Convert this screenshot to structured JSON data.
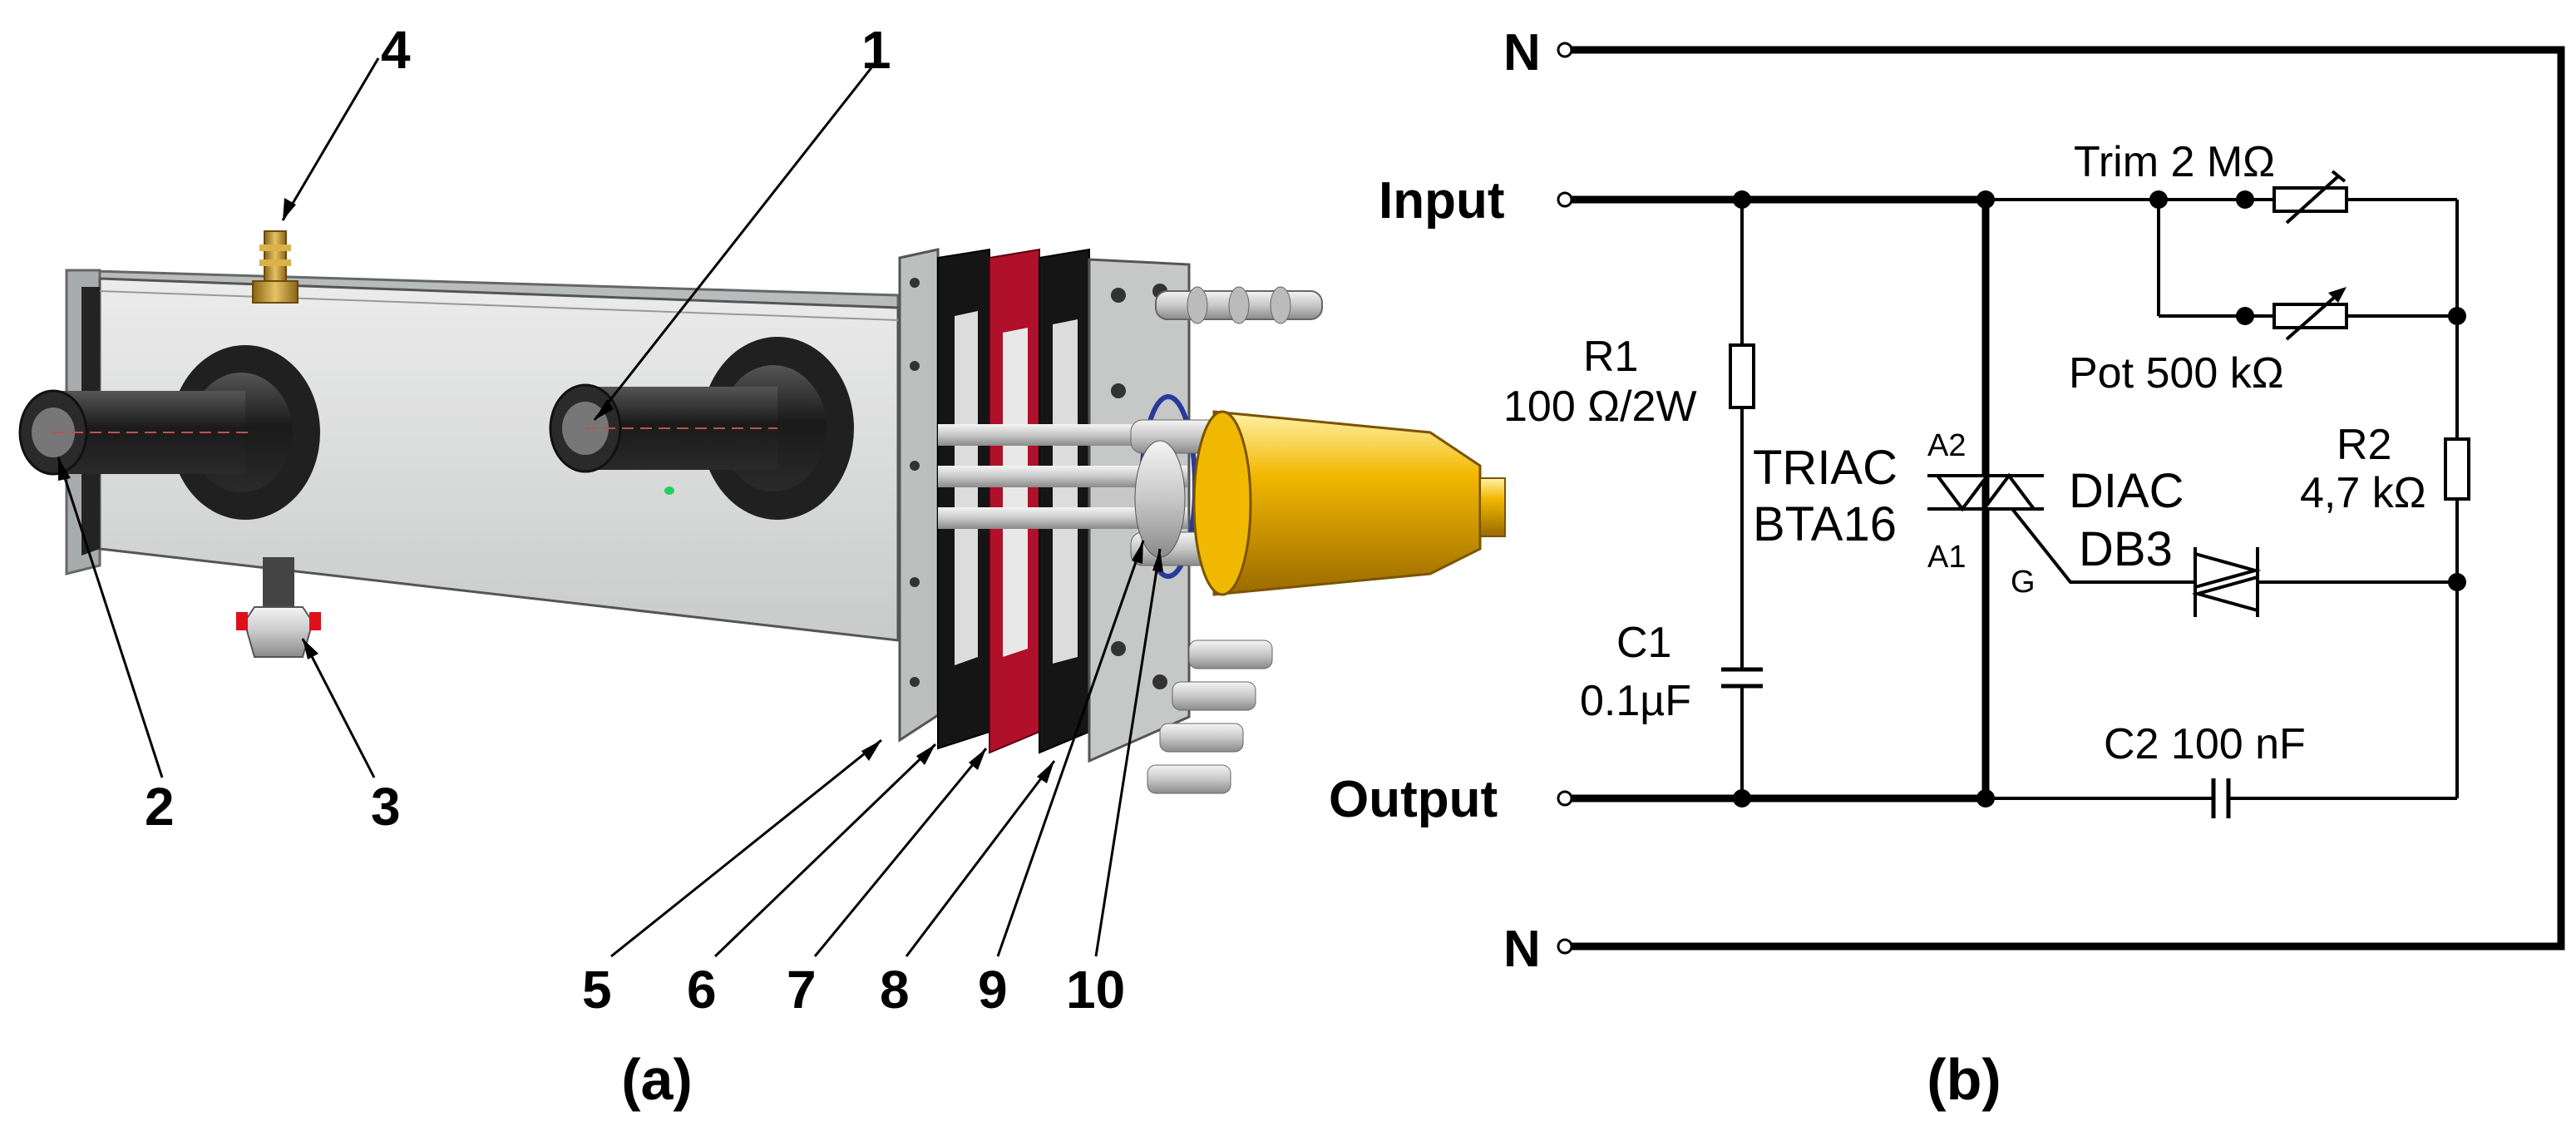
{
  "figure_a": {
    "caption": "(a)",
    "callouts": [
      "1",
      "2",
      "3",
      "4",
      "5",
      "6",
      "7",
      "8",
      "9",
      "10"
    ]
  },
  "figure_b": {
    "caption": "(b)",
    "terminals": {
      "n_top": "N",
      "input": "Input",
      "output": "Output",
      "n_bottom": "N"
    },
    "components": {
      "trim": "Trim 2 MΩ",
      "pot": "Pot 500 kΩ",
      "r1_name": "R1",
      "r1_value": "100 Ω/2W",
      "r2_name": "R2",
      "r2_value": "4,7 kΩ",
      "triac_name": "TRIAC",
      "triac_part": "BTA16",
      "pin_a2": "A2",
      "pin_a1": "A1",
      "pin_g": "G",
      "diac_name": "DIAC",
      "diac_part": "DB3",
      "c1_name": "C1",
      "c1_value": "0.1µF",
      "c2": "C2 100 nF"
    }
  },
  "colors": {
    "housing": "#d6d8d8",
    "electrode": "#1c1c1c",
    "gasket_red": "#b0102a",
    "nozzle_gold": "#e8a900",
    "brass": "#c99a2e"
  }
}
